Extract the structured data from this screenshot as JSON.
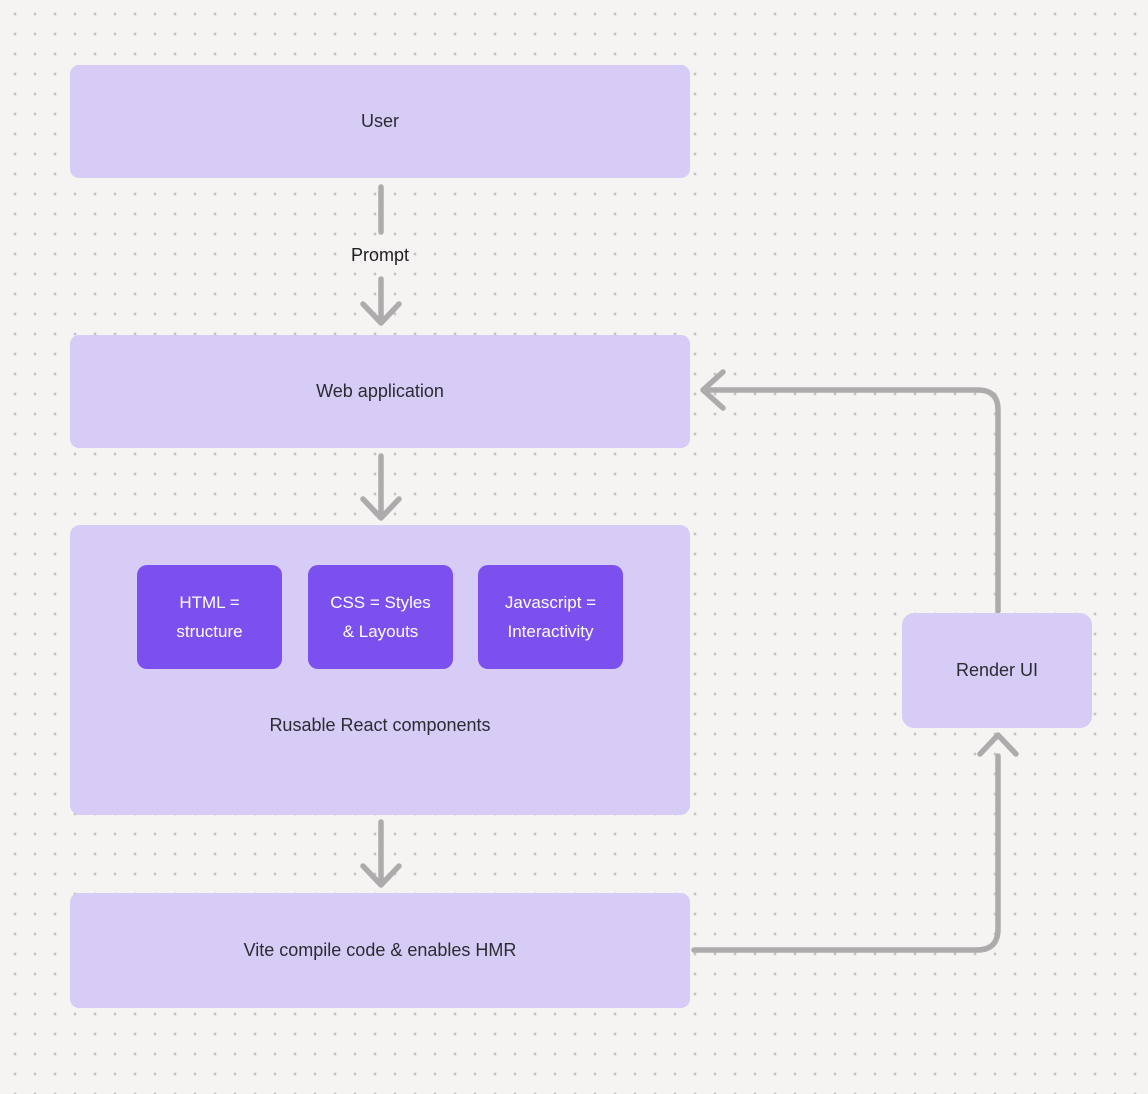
{
  "diagram": {
    "title": "Web application flow diagram",
    "colors": {
      "background": "#f5f4f2",
      "dot_grid": "#c6c4c3",
      "node_fill": "#d7ccf6",
      "accent_fill": "#7c50ef",
      "arrow": "#adabab",
      "node_text": "#2c2b31",
      "accent_text": "#ffffff"
    },
    "nodes": {
      "user": {
        "label": "User"
      },
      "web_application": {
        "label": "Web application"
      },
      "components_group": {
        "label": "Rusable React components"
      },
      "html": {
        "label": "HTML =\nstructure"
      },
      "css": {
        "label": "CSS = Styles\n& Layouts"
      },
      "javascript": {
        "label": "Javascript =\nInteractivity"
      },
      "vite": {
        "label": "Vite compile code & enables HMR"
      },
      "render_ui": {
        "label": "Render UI"
      }
    },
    "edge_labels": {
      "user_to_web_application": "Prompt"
    },
    "edges": [
      {
        "from": "user",
        "to": "web_application",
        "label": "Prompt",
        "direction": "down"
      },
      {
        "from": "web_application",
        "to": "components_group",
        "label": "",
        "direction": "down"
      },
      {
        "from": "components_group",
        "to": "vite",
        "label": "",
        "direction": "down"
      },
      {
        "from": "vite",
        "to": "render_ui",
        "label": "",
        "direction": "right-then-up"
      },
      {
        "from": "render_ui",
        "to": "web_application",
        "label": "",
        "direction": "up-then-left"
      }
    ]
  }
}
